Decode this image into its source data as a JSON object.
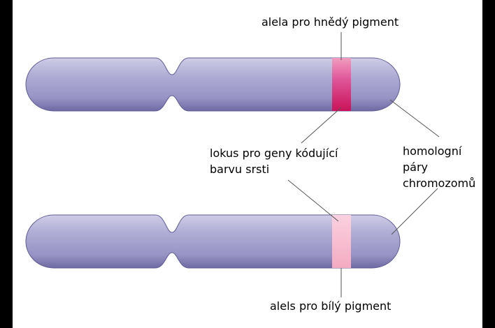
{
  "labels": {
    "brown_allele": "alela pro hnědý pigment",
    "locus_line1": "lokus pro geny kódující",
    "locus_line2": "barvu srsti",
    "homologous_line1": "homologní",
    "homologous_line2": "páry",
    "homologous_line3": "chromozomů",
    "white_allele": "alels pro bílý pigment"
  },
  "colors": {
    "chromosome_body": "#a29fcc",
    "chromosome_shadow": "#6e6aa3",
    "brown_allele_band": "#c8195a",
    "white_allele_band": "#f6b2c6",
    "leader_line": "#555555"
  }
}
